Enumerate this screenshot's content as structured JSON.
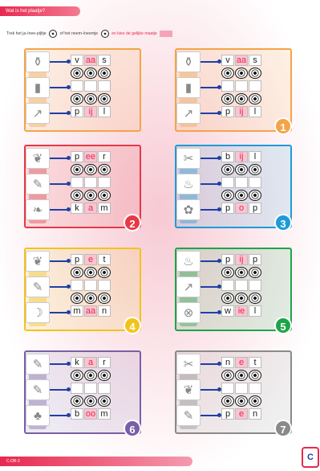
{
  "header": {
    "title": "Wat is het plaatje?"
  },
  "instruction": {
    "part1": "Trek het ja-/nee-pijltje",
    "part2": "of het neem-/neemje",
    "part3": "en kies de gelijke maatje",
    "part4": ""
  },
  "exercises": [
    {
      "number": "",
      "color": "#f4a447",
      "rows": [
        [
          "v",
          "aa",
          "s"
        ],
        [
          "",
          "",
          ""
        ],
        [
          "p",
          "ij",
          "l"
        ]
      ],
      "pinkCols": [
        1,
        1,
        1
      ]
    },
    {
      "number": "1",
      "color": "#f4a447",
      "rows": [
        [
          "v",
          "aa",
          "s"
        ],
        [
          "",
          "",
          ""
        ],
        [
          "p",
          "ij",
          "l"
        ]
      ],
      "pinkCols": [
        1,
        1,
        1
      ]
    },
    {
      "number": "2",
      "color": "#e63946",
      "rows": [
        [
          "p",
          "ee",
          "r"
        ],
        [
          "",
          "",
          ""
        ],
        [
          "k",
          "a",
          "m"
        ]
      ],
      "pinkCols": [
        1,
        1,
        1
      ]
    },
    {
      "number": "3",
      "color": "#1e9bd7",
      "rows": [
        [
          "b",
          "ij",
          "l"
        ],
        [
          "",
          "",
          ""
        ],
        [
          "p",
          "o",
          "p"
        ]
      ],
      "pinkCols": [
        1,
        1,
        1
      ]
    },
    {
      "number": "4",
      "color": "#f2c31c",
      "rows": [
        [
          "p",
          "e",
          "t"
        ],
        [
          "",
          "",
          ""
        ],
        [
          "m",
          "aa",
          "n"
        ]
      ],
      "pinkCols": [
        1,
        1,
        1
      ]
    },
    {
      "number": "5",
      "color": "#1ea44a",
      "rows": [
        [
          "p",
          "ij",
          "p"
        ],
        [
          "",
          "",
          ""
        ],
        [
          "w",
          "ie",
          "l"
        ]
      ],
      "pinkCols": [
        1,
        1,
        1
      ]
    },
    {
      "number": "6",
      "color": "#7b5ea7",
      "rows": [
        [
          "k",
          "a",
          "r"
        ],
        [
          "",
          "",
          ""
        ],
        [
          "b",
          "oo",
          "m"
        ]
      ],
      "pinkCols": [
        1,
        1,
        1
      ]
    },
    {
      "number": "7",
      "color": "#8a8a8a",
      "rows": [
        [
          "n",
          "e",
          "t"
        ],
        [
          "",
          "",
          ""
        ],
        [
          "p",
          "e",
          "n"
        ]
      ],
      "pinkCols": [
        1,
        1,
        1
      ]
    }
  ],
  "footer": {
    "text": "C-DB-3"
  },
  "corner": {
    "label": "C"
  }
}
